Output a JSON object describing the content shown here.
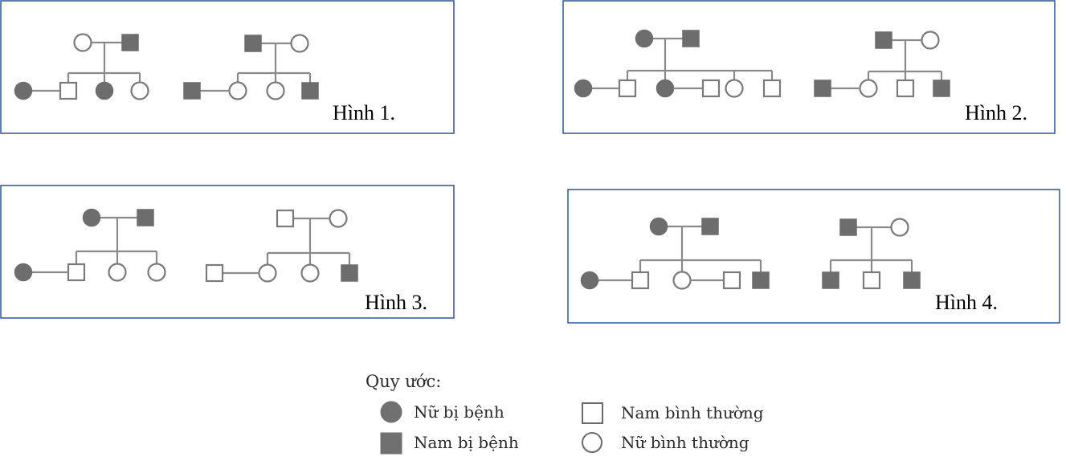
{
  "figures": [
    {
      "label": "Hình 1.",
      "families": [
        {
          "parents": [
            {
              "sex": "female",
              "affected": false
            },
            {
              "sex": "male",
              "affected": true
            }
          ],
          "children": [
            {
              "sex": "male",
              "affected": false,
              "spouse": {
                "sex": "female",
                "affected": true
              }
            },
            {
              "sex": "female",
              "affected": true
            },
            {
              "sex": "female",
              "affected": false
            }
          ]
        },
        {
          "parents": [
            {
              "sex": "male",
              "affected": true
            },
            {
              "sex": "female",
              "affected": false
            }
          ],
          "children": [
            {
              "sex": "female",
              "affected": false,
              "spouse": {
                "sex": "male",
                "affected": true
              }
            },
            {
              "sex": "female",
              "affected": false
            },
            {
              "sex": "male",
              "affected": true
            }
          ]
        }
      ]
    },
    {
      "label": "Hình 2.",
      "families": [
        {
          "parents": [
            {
              "sex": "female",
              "affected": true
            },
            {
              "sex": "male",
              "affected": true
            }
          ],
          "children": [
            {
              "sex": "male",
              "affected": false,
              "spouse": {
                "sex": "female",
                "affected": true
              }
            },
            {
              "sex": "female",
              "affected": true,
              "spouse_right": {
                "sex": "male",
                "affected": false
              }
            },
            {
              "sex": "female",
              "affected": false
            },
            {
              "sex": "male",
              "affected": false
            }
          ]
        },
        {
          "parents": [
            {
              "sex": "male",
              "affected": true
            },
            {
              "sex": "female",
              "affected": false
            }
          ],
          "children": [
            {
              "sex": "female",
              "affected": false,
              "spouse": {
                "sex": "male",
                "affected": true
              }
            },
            {
              "sex": "male",
              "affected": false
            },
            {
              "sex": "male",
              "affected": true
            }
          ]
        }
      ]
    },
    {
      "label": "Hình 3.",
      "families": [
        {
          "parents": [
            {
              "sex": "female",
              "affected": true
            },
            {
              "sex": "male",
              "affected": true
            }
          ],
          "children": [
            {
              "sex": "male",
              "affected": false,
              "spouse": {
                "sex": "female",
                "affected": true
              }
            },
            {
              "sex": "female",
              "affected": false
            },
            {
              "sex": "female",
              "affected": false
            }
          ]
        },
        {
          "parents": [
            {
              "sex": "male",
              "affected": false
            },
            {
              "sex": "female",
              "affected": false
            }
          ],
          "children": [
            {
              "sex": "female",
              "affected": false,
              "spouse": {
                "sex": "male",
                "affected": false
              }
            },
            {
              "sex": "female",
              "affected": false
            },
            {
              "sex": "male",
              "affected": true
            }
          ]
        }
      ]
    },
    {
      "label": "Hình 4.",
      "families": [
        {
          "parents": [
            {
              "sex": "female",
              "affected": true
            },
            {
              "sex": "male",
              "affected": true
            }
          ],
          "children": [
            {
              "sex": "male",
              "affected": false,
              "spouse": {
                "sex": "female",
                "affected": true
              }
            },
            {
              "sex": "female",
              "affected": false,
              "spouse_right": {
                "sex": "male",
                "affected": false
              }
            },
            {
              "sex": "male",
              "affected": true
            }
          ]
        },
        {
          "parents": [
            {
              "sex": "male",
              "affected": true
            },
            {
              "sex": "female",
              "affected": false
            }
          ],
          "children": [
            {
              "sex": "male",
              "affected": true
            },
            {
              "sex": "male",
              "affected": false
            },
            {
              "sex": "male",
              "affected": true
            }
          ]
        }
      ]
    }
  ],
  "legend": {
    "title": "Quy ước:",
    "items": [
      {
        "symbol": "filled-circle",
        "label": "Nữ bị bệnh"
      },
      {
        "symbol": "filled-square",
        "label": "Nam bị bệnh"
      },
      {
        "symbol": "open-square",
        "label": "Nam bình thường"
      },
      {
        "symbol": "open-circle",
        "label": "Nữ bình thường"
      }
    ]
  },
  "colors": {
    "frame": "#2f5496",
    "affected": "#6d6d6d",
    "line": "#8a8a8a"
  }
}
